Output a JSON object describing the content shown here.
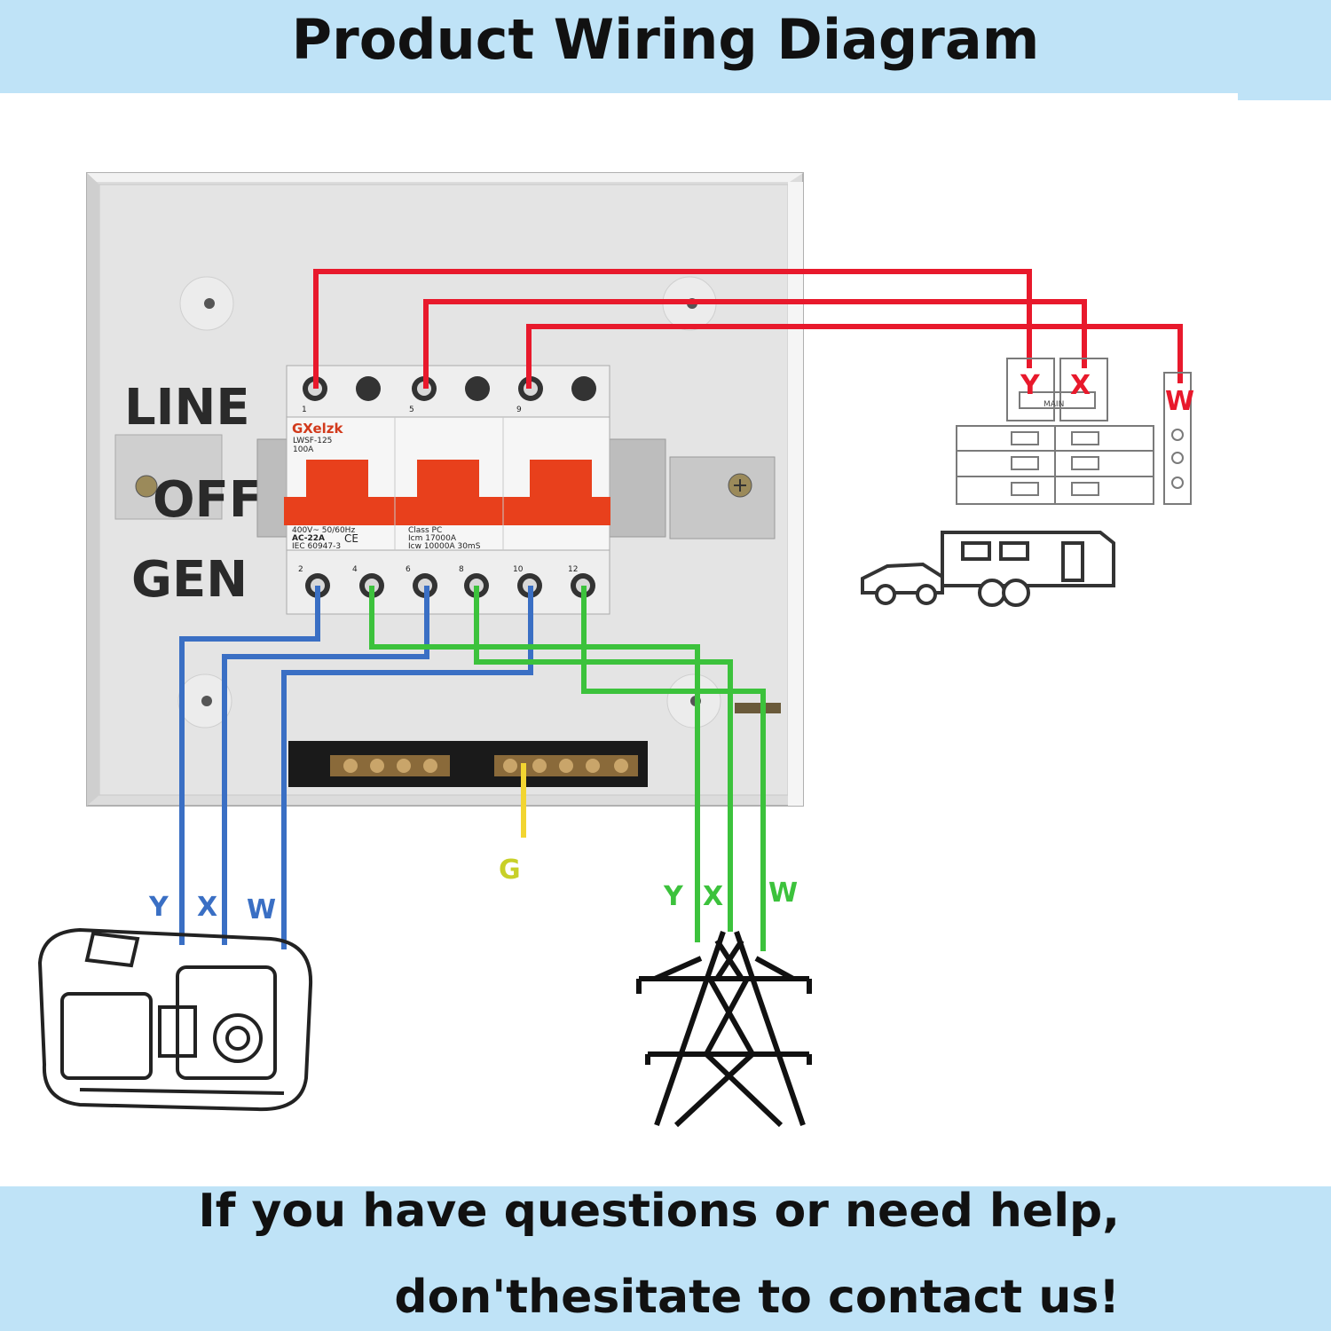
{
  "title": "Product Wiring Diagram",
  "footer": {
    "line1": "If you have questions or need help,",
    "line2": "don'thesitate to contact us!"
  },
  "switch": {
    "positions": [
      "LINE",
      "OFF",
      "GEN"
    ],
    "brand": "GXelzk",
    "model": "LWSF-125",
    "rating": "100A",
    "spec1": "400V~ 50/60Hz",
    "spec2": "AC-22A",
    "spec3": "IEC 60947-3",
    "class": "Class PC",
    "icm": "Icm 17000A",
    "icw": "Icw 10000A 30mS",
    "top_terminals": [
      "1",
      "5",
      "9"
    ],
    "bottom_terminals": [
      "2",
      "4",
      "6",
      "8",
      "10",
      "12"
    ]
  },
  "panel": {
    "labels": [
      "Y",
      "X",
      "W"
    ],
    "main_label": "MAIN"
  },
  "generator_labels": [
    "Y",
    "X",
    "W"
  ],
  "utility_labels": [
    "Y",
    "X",
    "W"
  ],
  "ground_label": "G",
  "colors": {
    "banner": "#bfe3f7",
    "load_wire": "#e8192c",
    "generator_wire": "#3a6fc4",
    "utility_wire": "#3cc23c",
    "ground_wire": "#f2d531",
    "switch_handle": "#e8401c"
  }
}
